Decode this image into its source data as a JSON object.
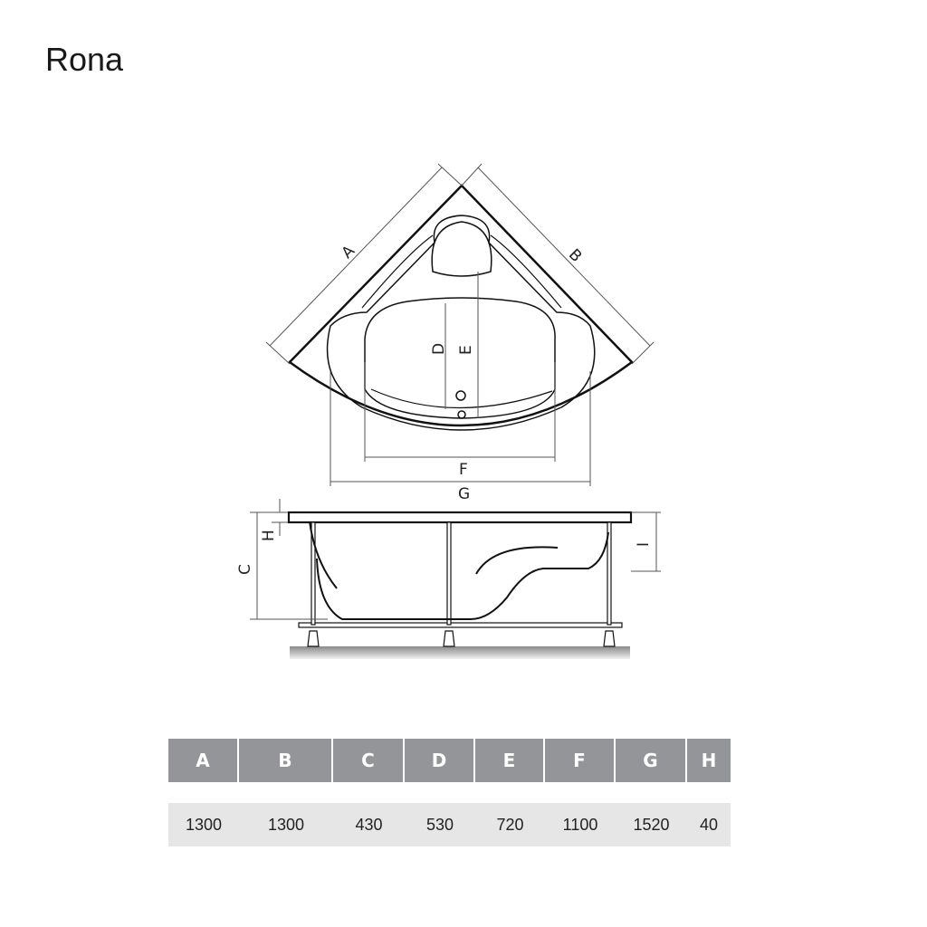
{
  "title": "Rona",
  "drawing_labels": {
    "A": "A",
    "B": "B",
    "C": "C",
    "D": "D",
    "E": "E",
    "F": "F",
    "G": "G",
    "H": "H",
    "I": "I"
  },
  "table": {
    "headers": [
      "A",
      "B",
      "C",
      "D",
      "E",
      "F",
      "G",
      "H"
    ],
    "values": [
      "1300",
      "1300",
      "430",
      "530",
      "720",
      "1100",
      "1520",
      "40"
    ]
  },
  "colors": {
    "header_bg": "#949599",
    "values_bg": "#e6e6e6"
  }
}
